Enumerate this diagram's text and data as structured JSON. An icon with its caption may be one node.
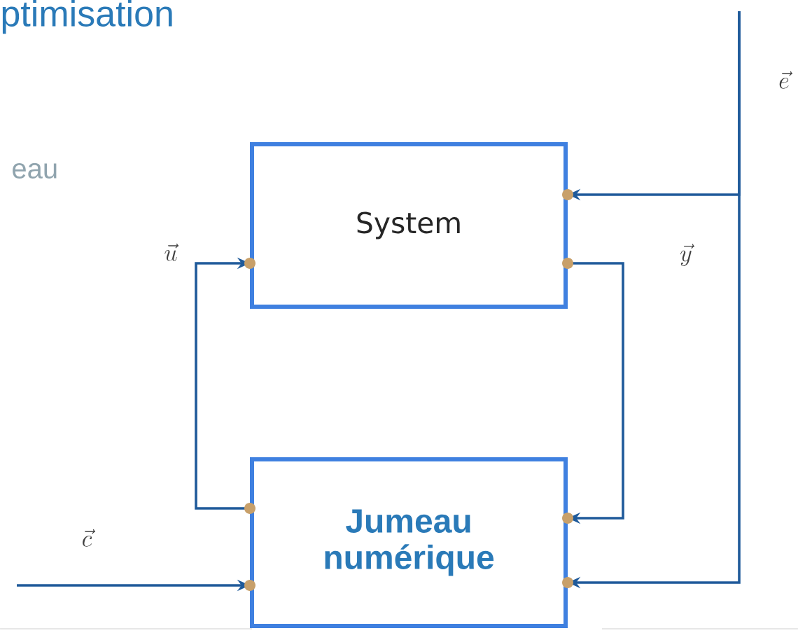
{
  "diagram": {
    "nodes": [
      {
        "text": [
          "System"
        ]
      },
      {
        "text": [
          "Jumeau numérique"
        ]
      }
    ],
    "edges": [
      {
        "from": null,
        "to": 0,
        "arrow": "to",
        "label": "\\vec{e}"
      },
      {
        "from": null,
        "to": 1,
        "arrow": "to"
      },
      {
        "from": 0,
        "to": 1,
        "arrow": "to",
        "label": "\\vec{y}"
      },
      {
        "from": 1,
        "to": 0,
        "arrow": "to",
        "label": "\\vec{u}"
      },
      {
        "from": null,
        "to": 1,
        "arrow": "to",
        "label": "\\vec{c}"
      }
    ],
    "labels": [
      "ptimisation",
      "eau"
    ]
  }
}
